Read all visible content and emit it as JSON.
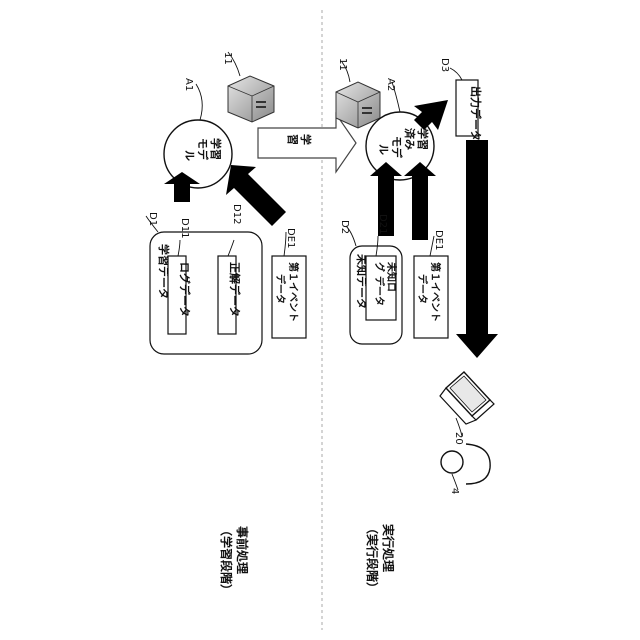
{
  "phase": {
    "learning": {
      "line1": "事前処理",
      "line2": "（学習段階）"
    },
    "execution": {
      "line1": "実行処理",
      "line2": "（実行段階）"
    }
  },
  "learning": {
    "server_ref": "11",
    "model_ref": "A1",
    "model_label": [
      "学習",
      "モデ",
      "ル"
    ],
    "data_ref": "D1",
    "data_title": "学習データ",
    "log_ref": "D11",
    "log_label": "ログデータ",
    "correct_ref": "D12",
    "correct_label": "正解データ",
    "event_ref": "DE1",
    "event_label": [
      "第１イベント",
      "データ"
    ]
  },
  "transfer_label": [
    "学",
    "習"
  ],
  "execution": {
    "server_ref": "11",
    "model_ref": "A2",
    "model_label": [
      "学習",
      "済み",
      "モデ",
      "ル"
    ],
    "output_ref": "D3",
    "output_label": "出力データ",
    "data_ref": "D2",
    "data_title": "未知データ",
    "log_ref": "D21",
    "log_label": [
      "未知ロ",
      "グ",
      "データ"
    ],
    "event_ref": "DE1",
    "event_label": [
      "第１イベント",
      "データ"
    ],
    "terminal_ref": "20",
    "user_ref": "4"
  }
}
